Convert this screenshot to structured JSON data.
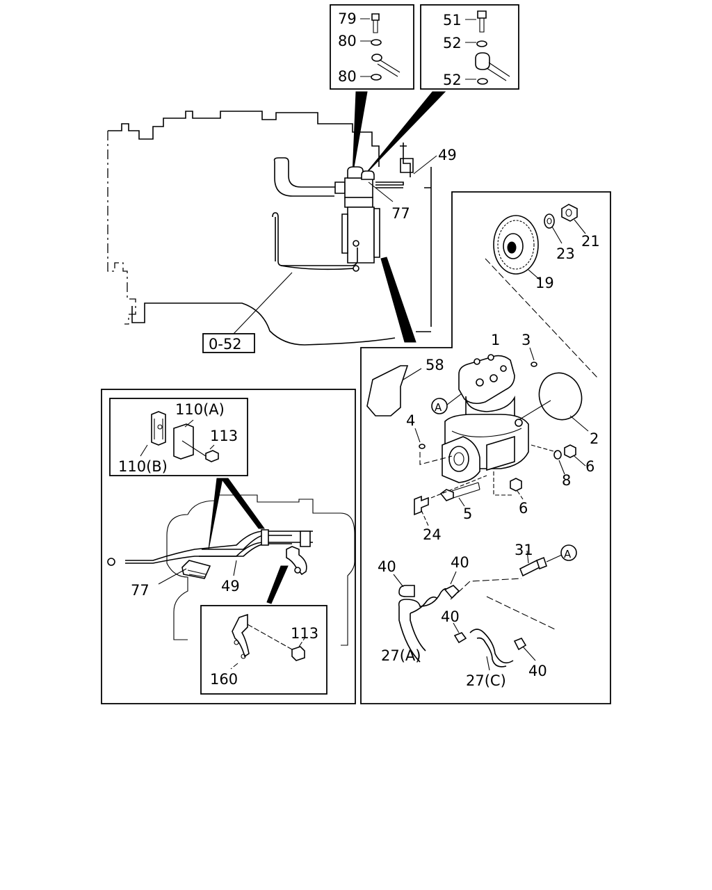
{
  "callouts": {
    "top_left": [
      "79",
      "80",
      "80"
    ],
    "top_right": [
      "51",
      "52",
      "52"
    ],
    "engine": [
      "49",
      "77",
      "0-52"
    ],
    "compressor": [
      "1",
      "3",
      "58",
      "A",
      "4",
      "2",
      "6",
      "8",
      "5",
      "6",
      "24",
      "19",
      "23",
      "21"
    ],
    "hoses": [
      "40",
      "40",
      "31",
      "A",
      "40",
      "27(A)",
      "27(C)",
      "40"
    ],
    "left_panel": [
      "110(A)",
      "113",
      "110(B)",
      "77",
      "49",
      "113",
      "160"
    ]
  }
}
